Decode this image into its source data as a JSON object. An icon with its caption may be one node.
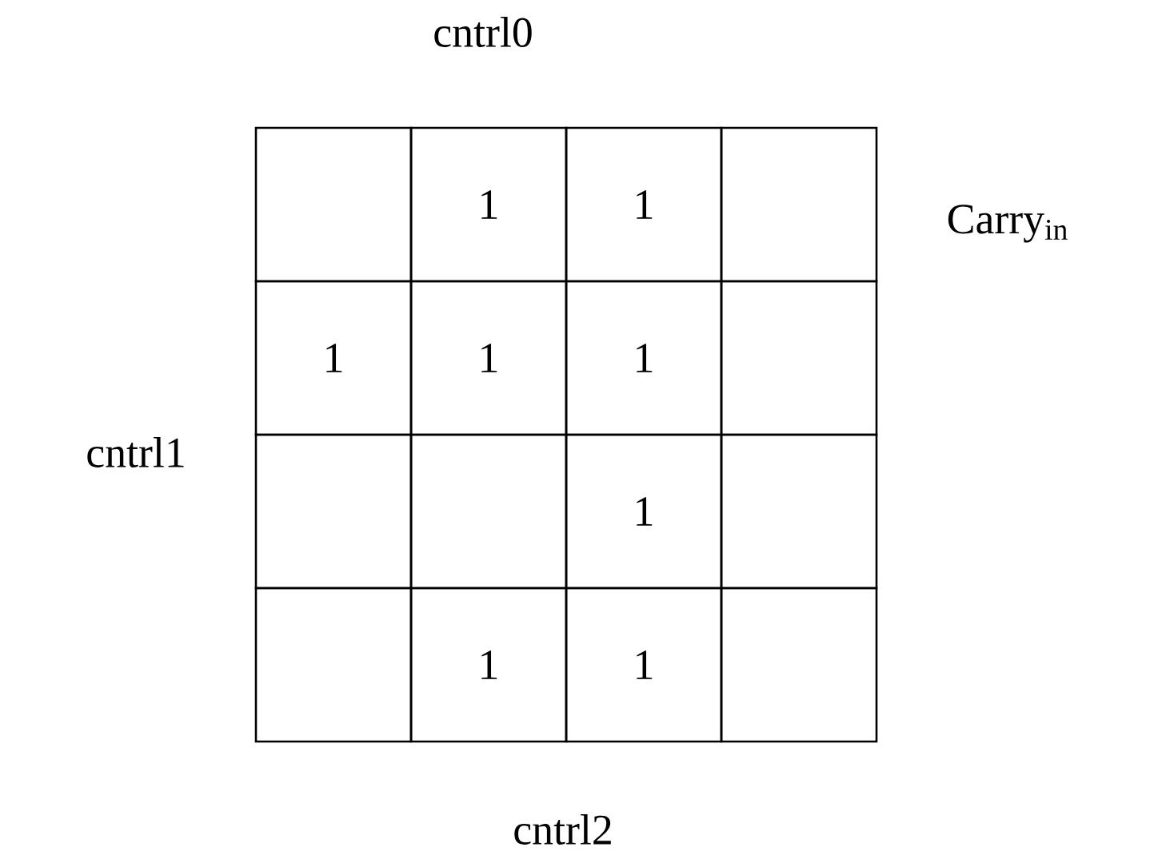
{
  "diagram": {
    "nodes": [
      {
        "text": [],
        "shape": "box"
      },
      {
        "text": [
          "1"
        ]
      },
      {
        "text": [
          "1"
        ]
      },
      {
        "text": [],
        "shape": "box"
      },
      {
        "text": [
          "1"
        ]
      },
      {
        "text": [
          "1"
        ]
      },
      {
        "text": [
          "1"
        ]
      },
      {
        "text": [],
        "shape": "box"
      },
      {
        "text": [],
        "shape": "box"
      },
      {
        "text": [],
        "shape": "box"
      },
      {
        "text": [
          "1"
        ]
      },
      {
        "text": [],
        "shape": "box"
      },
      {
        "text": [],
        "shape": "box"
      },
      {
        "text": [
          "1"
        ]
      },
      {
        "text": [
          "1"
        ]
      },
      {
        "text": [],
        "shape": "box"
      }
    ],
    "labels": [
      "cntrl0",
      "Carry$_{in}$",
      "cntrl1",
      "cntrl2"
    ]
  }
}
